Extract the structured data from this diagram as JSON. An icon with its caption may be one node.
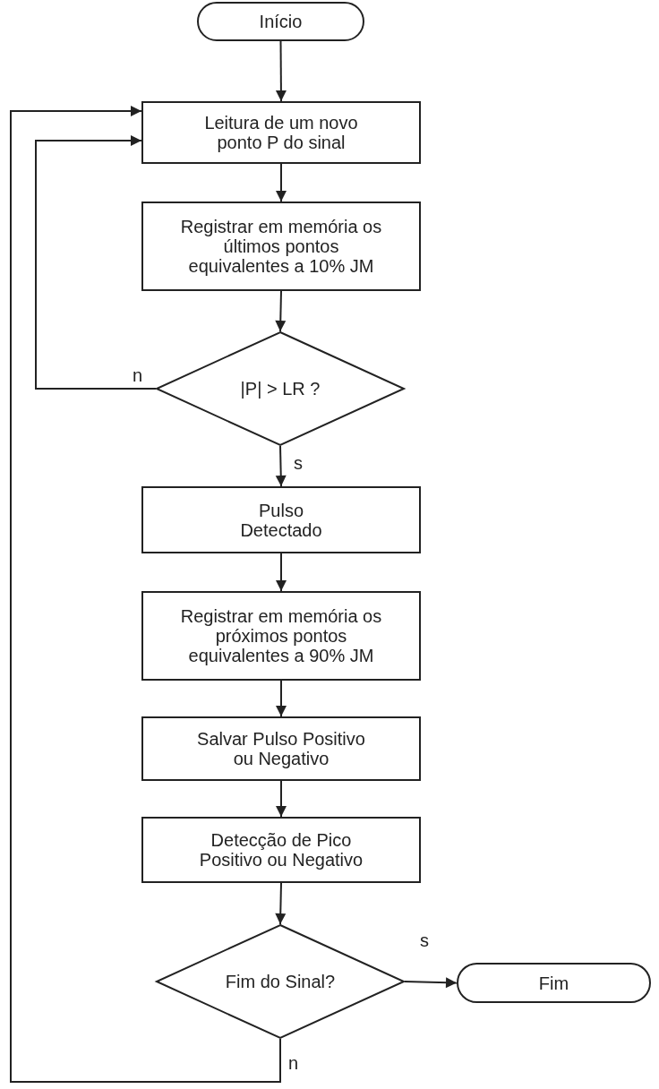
{
  "diagram": {
    "nodes": [
      {
        "text": [
          "Início"
        ]
      },
      {
        "text": [
          "Leitura de um novo ponto P do sinal"
        ]
      },
      {
        "text": [
          "Registrar em memória os últimos pontos equivalentes a 10% JM"
        ]
      },
      {
        "text": [
          "|P| > LR ?"
        ]
      },
      {
        "text": [
          "Pulso Detectado"
        ]
      },
      {
        "text": [
          "Registrar em memória os próximos pontos equivalentes a 90% JM"
        ]
      },
      {
        "text": [
          "Salvar Pulso Positivo ou Negativo"
        ]
      },
      {
        "text": [
          "Detecção de Pico Positivo ou Negativo"
        ]
      },
      {
        "text": [
          "Fim do Sinal?"
        ]
      },
      {
        "text": [
          "Fim"
        ]
      }
    ],
    "edges": [
      {
        "from": 0,
        "to": 1,
        "arrow": "to"
      },
      {
        "from": 1,
        "to": 2,
        "arrow": "to"
      },
      {
        "from": 2,
        "to": 3,
        "arrow": "to"
      },
      {
        "from": 3,
        "to": 1,
        "arrow": "to",
        "label": "n"
      },
      {
        "from": 3,
        "to": 4,
        "arrow": "to",
        "label": "s"
      },
      {
        "from": 4,
        "to": 5,
        "arrow": "to"
      },
      {
        "from": 5,
        "to": 6,
        "arrow": "to"
      },
      {
        "from": 6,
        "to": 7,
        "arrow": "to"
      },
      {
        "from": 7,
        "to": 8,
        "arrow": "to"
      },
      {
        "from": 8,
        "to": 9,
        "arrow": "to",
        "label": "s"
      },
      {
        "from": 8,
        "to": 1,
        "arrow": "to",
        "label": "n"
      }
    ]
  }
}
